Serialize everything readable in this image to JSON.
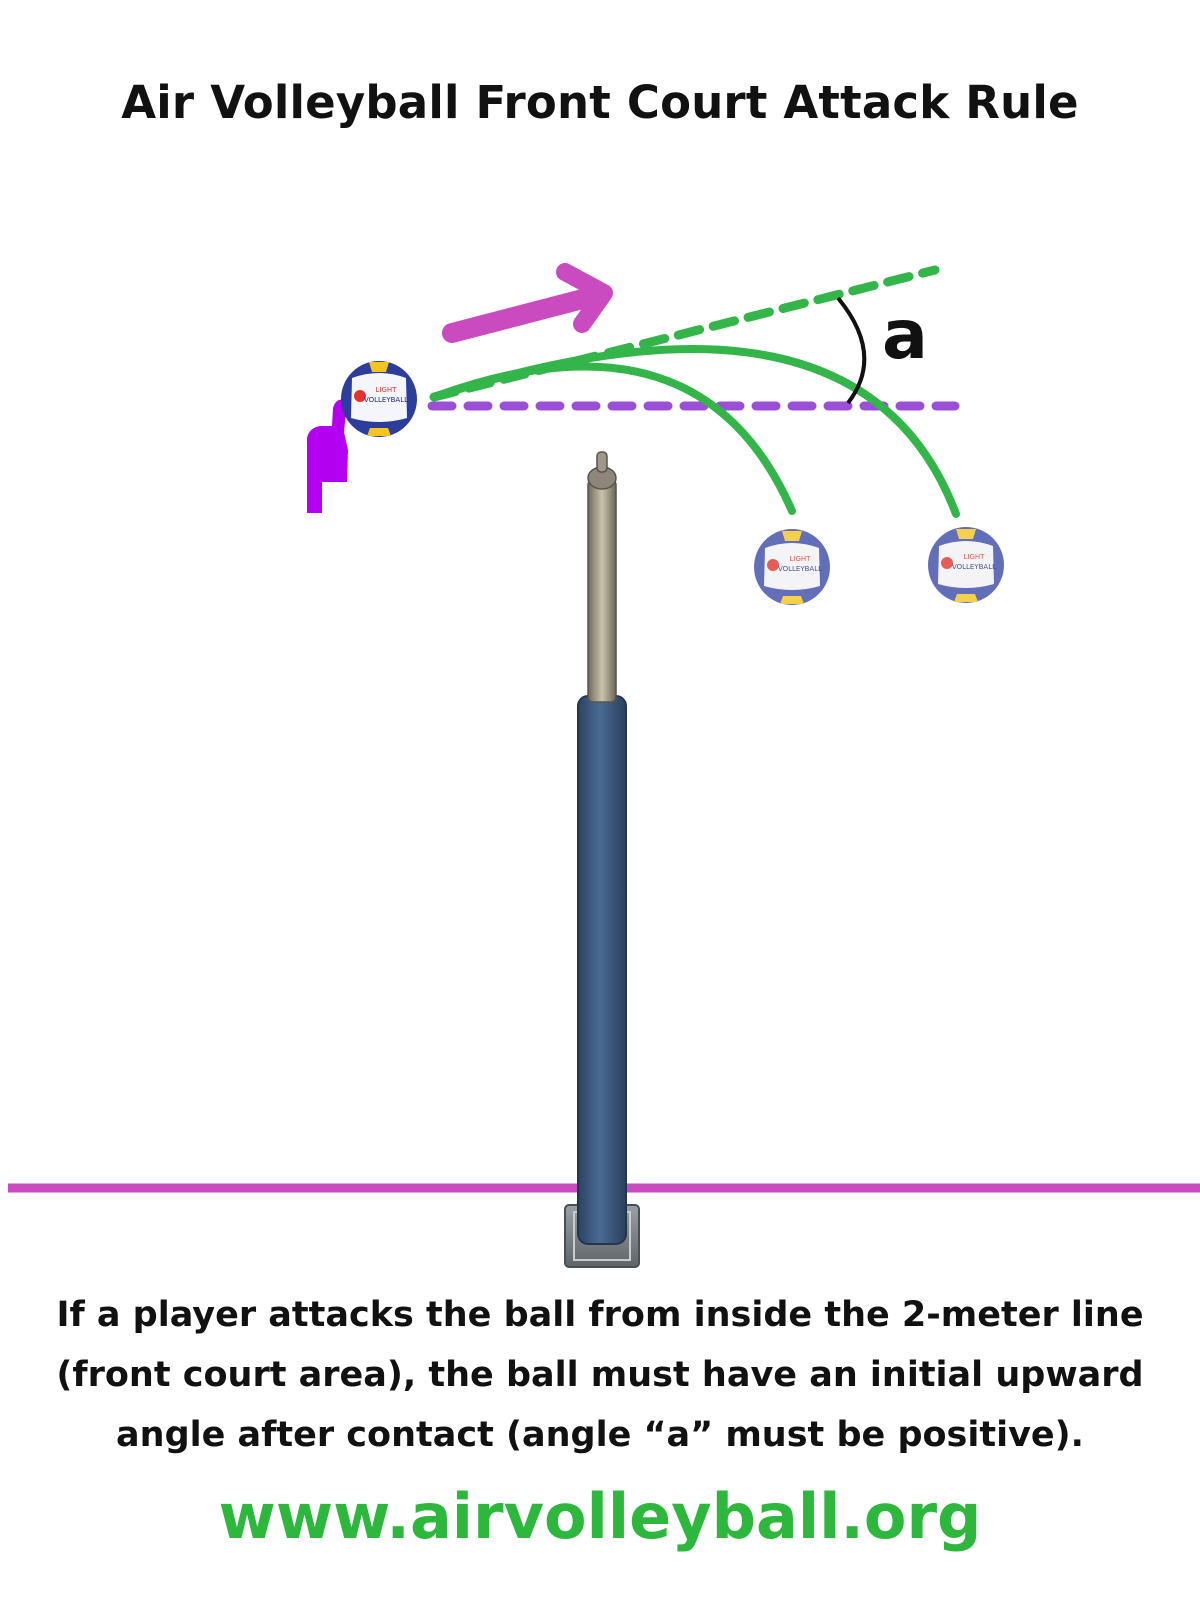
{
  "title": "Air Volleyball Front Court Attack Rule",
  "angle_label": "a",
  "ball_label": {
    "line1": "LIGHT",
    "line2": "VOLLEYBALL"
  },
  "caption": {
    "line1": "If a player attacks the ball from inside the 2-meter line",
    "line2": "(front court area), the ball must have an initial upward",
    "line3": "angle after contact (angle “a” must be positive)."
  },
  "website": "www.airvolleyball.org",
  "colors": {
    "trajectory": "#33b54a",
    "horizontal_reference": "#9b4fd6",
    "direction_arrow": "#c94bbf",
    "court_line": "#c94bbf",
    "hand": "#b400f0",
    "pole": "#3e5d84",
    "ball_blue": "#2d3d9c",
    "ball_yellow": "#f2c521",
    "website": "#2db83d"
  }
}
